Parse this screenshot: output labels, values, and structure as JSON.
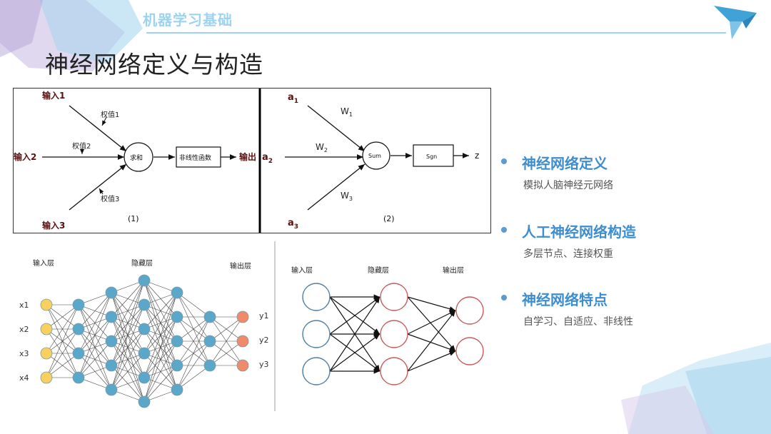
{
  "header": {
    "section_title": "机器学习基础"
  },
  "page_title": "神经网络定义与构造",
  "diagram_top": {
    "left": {
      "input1": "输入1",
      "input2": "输入2",
      "input3": "输入3",
      "weight1": "权值1",
      "weight2": "权值2",
      "weight3": "权值3",
      "sum": "求和",
      "activation": "非线性函数",
      "output": "输出",
      "caption": "(1)"
    },
    "right": {
      "a1": "a",
      "a1_sub": "1",
      "a2": "a",
      "a2_sub": "2",
      "a3": "a",
      "a3_sub": "3",
      "w1": "W",
      "w1_sub": "1",
      "w2": "W",
      "w2_sub": "2",
      "w3": "W",
      "w3_sub": "3",
      "sum": "Sum",
      "sgn": "Sgn",
      "z": "z",
      "caption": "(2)"
    }
  },
  "diagram_bottom": {
    "left": {
      "input_layer": "输入层",
      "hidden_layer": "隐藏层",
      "output_layer": "输出层",
      "inputs": [
        "x1",
        "x2",
        "x3",
        "x4"
      ],
      "outputs": [
        "y1",
        "y2",
        "y3"
      ]
    },
    "right": {
      "input_layer": "输入层",
      "hidden_layer": "隐藏层",
      "output_layer": "输出层"
    }
  },
  "bullets": [
    {
      "title": "神经网络定义",
      "desc": "模拟人脑神经元网络"
    },
    {
      "title": "人工神经网络构造",
      "desc": "多层节点、连接权重"
    },
    {
      "title": "神经网络特点",
      "desc": "自学习、自适应、非线性"
    }
  ],
  "colors": {
    "accent": "#3e8ecf",
    "header": "#9ed3ef",
    "node_input": "#f7d05f",
    "node_hidden": "#5aa7c9",
    "node_output": "#f08a6a",
    "simple_input": "#4d7fa8",
    "simple_other": "#c95a5a"
  }
}
